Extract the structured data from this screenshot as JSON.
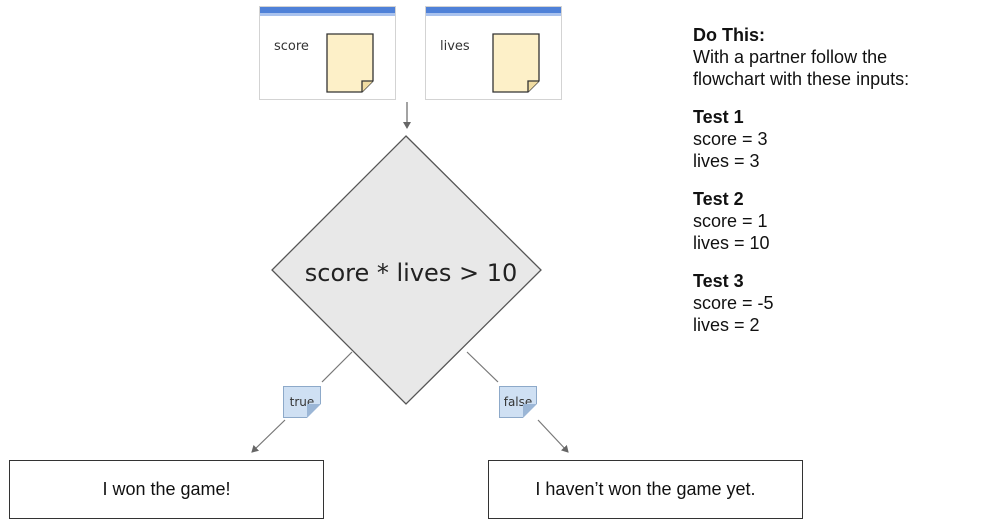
{
  "variables": [
    {
      "name": "score"
    },
    {
      "name": "lives"
    }
  ],
  "decision": {
    "condition": "score * lives > 10"
  },
  "branches": {
    "true_label": "true",
    "false_label": "false"
  },
  "outcomes": {
    "win": "I won the game!",
    "not_yet": "I haven’t won the game yet."
  },
  "instructions": {
    "heading": "Do This:",
    "line1": "With a partner follow the",
    "line2": "flowchart with these inputs:",
    "tests": [
      {
        "title": "Test 1",
        "score": "score = 3",
        "lives": "lives = 3"
      },
      {
        "title": "Test 2",
        "score": "score = 1",
        "lives": "lives = 10"
      },
      {
        "title": "Test 3",
        "score": "score = -5",
        "lives": "lives = 2"
      }
    ]
  },
  "colors": {
    "diamond_fill": "#e8e8e8",
    "tag_fill": "#cfe0f3",
    "note_fill": "#fdf0c8",
    "header_bar": "#4f81d8"
  }
}
